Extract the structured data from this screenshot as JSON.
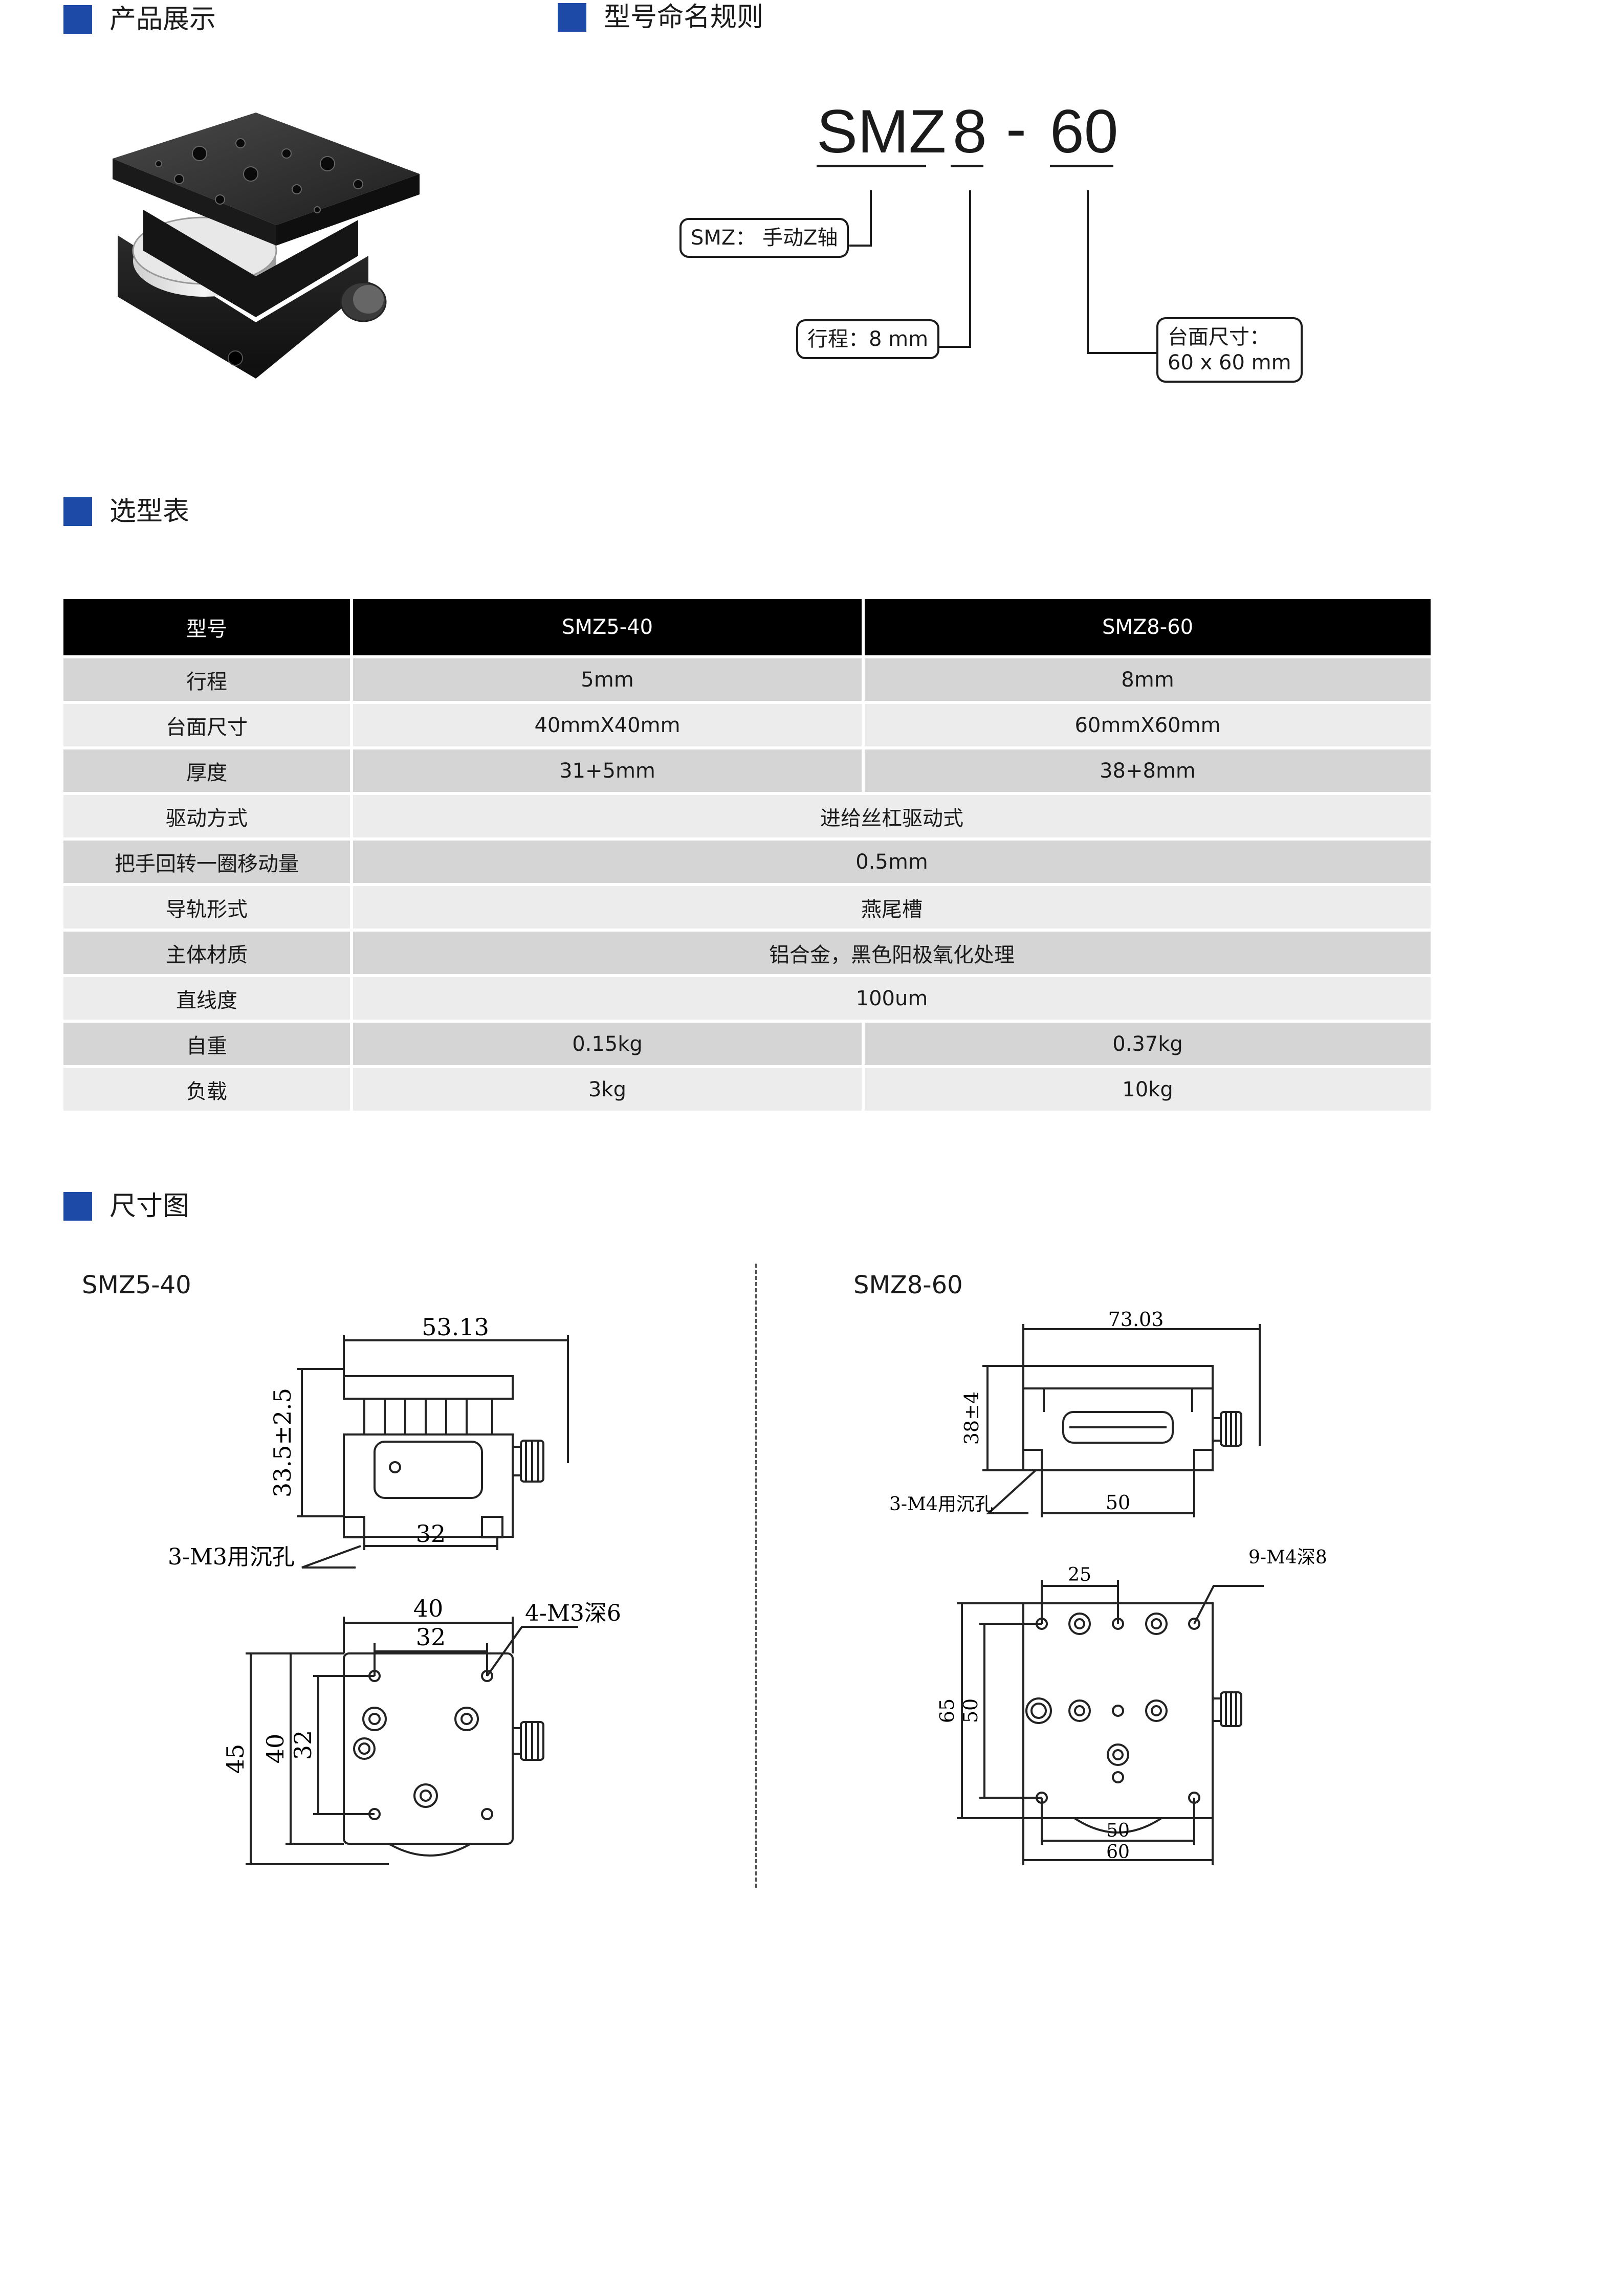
{
  "sections": {
    "product": "产品展示",
    "naming": "型号命名规则",
    "selection": "选型表",
    "dimensions": "尺寸图"
  },
  "naming": {
    "code_prefix": "SMZ",
    "code_travel": "8",
    "code_dash": "-",
    "code_size": "60",
    "label_series": "SMZ： 手动Z轴",
    "label_travel": "行程：8 mm",
    "label_size_line1": "台面尺寸：",
    "label_size_line2": "60 x 60 mm"
  },
  "table": {
    "header": [
      "型号",
      "SMZ5-40",
      "SMZ8-60"
    ],
    "rows": [
      {
        "name": "行程",
        "a": "5mm",
        "b": "8mm"
      },
      {
        "name": "台面尺寸",
        "a": "40mmX40mm",
        "b": "60mmX60mm"
      },
      {
        "name": "厚度",
        "a": "31+5mm",
        "b": "38+8mm"
      },
      {
        "name": "驱动方式",
        "merged": "进给丝杠驱动式"
      },
      {
        "name": "把手回转一圈移动量",
        "merged": "0.5mm"
      },
      {
        "name": "导轨形式",
        "merged": "燕尾槽"
      },
      {
        "name": "主体材质",
        "merged": "铝合金，黑色阳极氧化处理"
      },
      {
        "name": "直线度",
        "merged": "100um"
      },
      {
        "name": "自重",
        "a": "0.15kg",
        "b": "0.37kg"
      },
      {
        "name": "负载",
        "a": "3kg",
        "b": "10kg"
      }
    ]
  },
  "drawings": {
    "left": {
      "title": "SMZ5-40",
      "dim_width": "53.13",
      "dim_height": "33.5±2.5",
      "dim_base": "32",
      "note_holes": "3-M3用沉孔",
      "dim_top_outer": "40",
      "dim_top_inner": "32",
      "note_tap": "4-M3深6",
      "dim_depth_outer": "45",
      "dim_depth_mid": "40",
      "dim_depth_inner": "32"
    },
    "right": {
      "title": "SMZ8-60",
      "dim_width": "73.03",
      "dim_height": "38±4",
      "dim_base": "50",
      "note_holes": "3-M4用沉孔",
      "dim_hole_pitch": "25",
      "note_tap": "9-M4深8",
      "dim_depth_outer": "65",
      "dim_depth_inner": "50",
      "dim_bottom_inner": "50",
      "dim_bottom_outer": "60"
    }
  },
  "colors": {
    "accent": "#1d49a7",
    "table_header": "#000000",
    "row_gray": "#d5d5d5",
    "row_light": "#ececec"
  }
}
